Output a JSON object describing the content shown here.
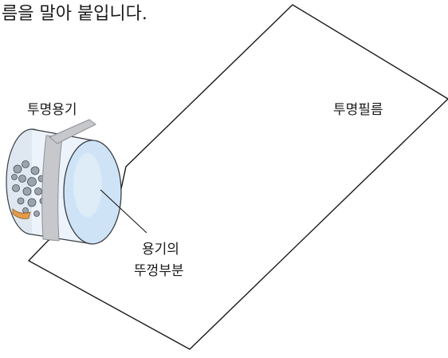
{
  "caption": "름을 말아 붙입니다.",
  "labels": {
    "container": "투명용기",
    "film": "투명필름",
    "lid_line1": "용기의",
    "lid_line2": "뚜껑부분"
  },
  "colors": {
    "outline": "#1a1a1a",
    "film_fill": "#ffffff",
    "container_body": "#eef4fb",
    "lid_face": "#cfe3f6",
    "tape": "#c6c8cb",
    "tape_edge": "#8d9096"
  }
}
